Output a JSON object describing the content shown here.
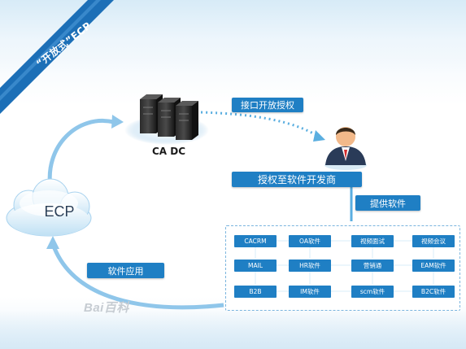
{
  "ribbon": {
    "label": "“开放式”ECP"
  },
  "server": {
    "label": "CA DC"
  },
  "ecp": {
    "label": "ECP"
  },
  "arrows": {
    "interface_auth": "接口开放授权",
    "authorize_vendor": "授权至软件开发商",
    "provide_software": "提供软件",
    "software_apply": "软件应用"
  },
  "software_grid": {
    "rows": [
      [
        "CACRM",
        "OA软件",
        "视频面试",
        "视频会议"
      ],
      [
        "MAIL",
        "HR软件",
        "营销通",
        "EAM软件"
      ],
      [
        "B2B",
        "IM软件",
        "scm软件",
        "B2C软件"
      ]
    ]
  },
  "watermark": {
    "text": "Bai百科"
  },
  "colors": {
    "accent": "#1f7fc4",
    "arrow": "#5aaee0",
    "ribbon": "#1c6fb7"
  }
}
